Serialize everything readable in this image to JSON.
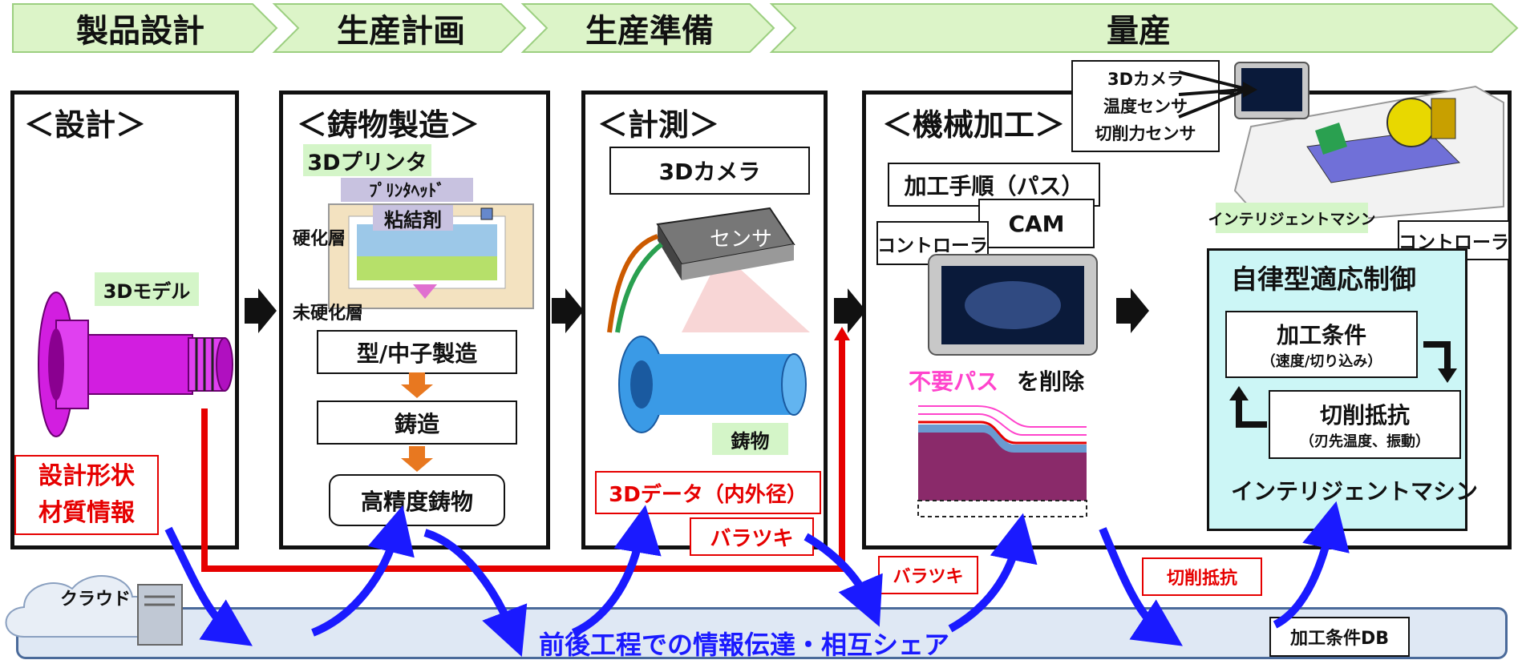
{
  "stages": [
    "製品設計",
    "生産計画",
    "生産準備",
    "量産"
  ],
  "design": {
    "title": "＜設計＞",
    "model_label": "3Dモデル",
    "shape_info": [
      "設計形状",
      "材質情報"
    ]
  },
  "casting": {
    "title": "＜鋳物製造＞",
    "printer_label": "3Dプリンタ",
    "printer_head": "ﾌﾟﾘﾝﾀﾍｯﾄﾞ",
    "binder": "粘結剤",
    "hardened": "硬化層",
    "unhardened": "未硬化層",
    "steps": [
      "型/中子製造",
      "鋳造",
      "高精度鋳物"
    ]
  },
  "measure": {
    "title": "＜計測＞",
    "camera_box": "3Dカメラ",
    "sensor_text": "センサ",
    "casting_label": "鋳物",
    "data_label": "3Dデータ（内外径）",
    "variation": "バラツキ"
  },
  "machining": {
    "title": "＜機械加工＞",
    "procedure": "加工手順（パス）",
    "cam": "CAM",
    "controller": "コントローラ",
    "unneeded_path": "不要パス",
    "delete": "を削除"
  },
  "mass": {
    "sensors": [
      "3Dカメラ",
      "温度センサ",
      "切削力センサ"
    ],
    "intelligent_machine_top": "インテリジェントマシン",
    "controller": "コントローラ",
    "adaptive_title": "自律型適応制御",
    "cond_title": "加工条件",
    "cond_sub": "（速度/切り込み）",
    "resist_title": "切削抵抗",
    "resist_sub": "（刃先温度、振動）",
    "intelligent_machine": "インテリジェントマシン"
  },
  "bottom": {
    "cloud": "クラウド",
    "share_text": "前後工程での情報伝達・相互シェア",
    "variation_tag": "バラツキ",
    "resistance_tag": "切削抵抗",
    "db_label": "加工条件DB"
  },
  "colors": {
    "stage_fill": "#dcf4c8",
    "accent_red": "#e60000",
    "accent_blue": "#1a1aff",
    "pink": "#ff44cc",
    "magenta_part": "#d21ee0",
    "blue_part": "#3a9ae6",
    "orange_arrow": "#e87820",
    "adaptive_bg": "#ccf6f6"
  }
}
